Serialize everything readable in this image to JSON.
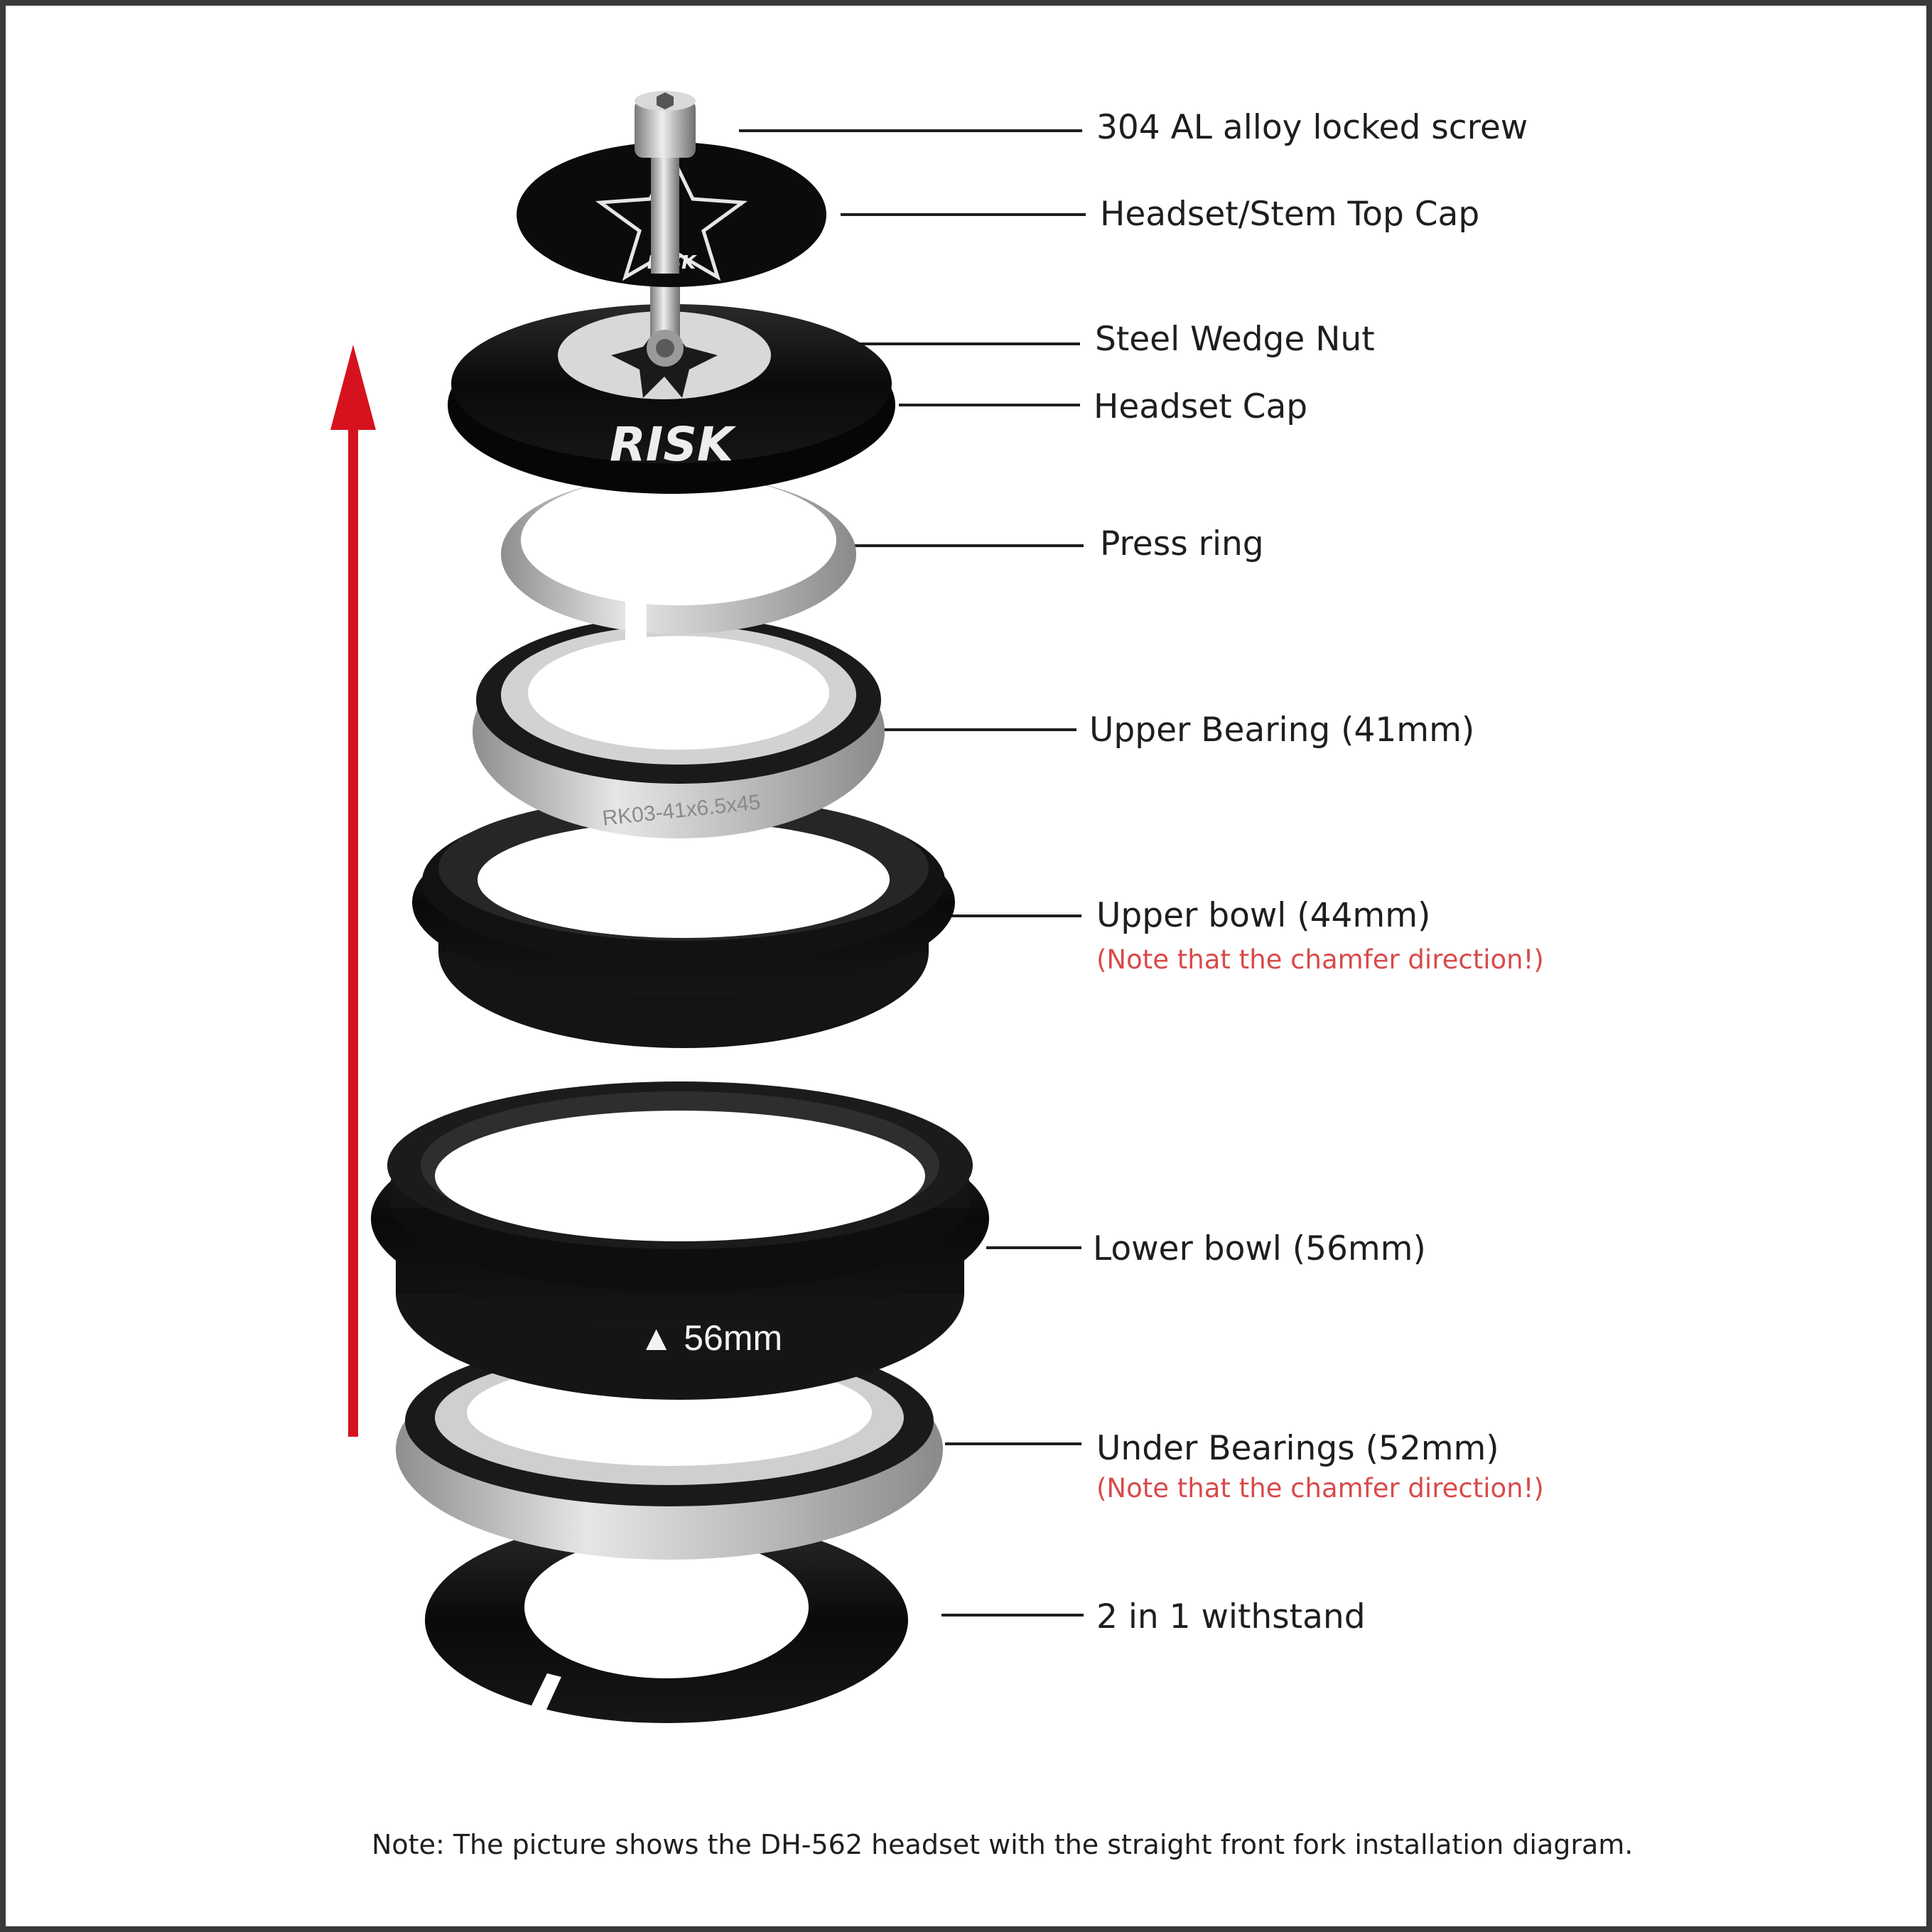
{
  "labels": {
    "screw": "304 AL alloy locked screw",
    "top_cap": "Headset/Stem Top Cap",
    "wedge_nut": "Steel Wedge Nut",
    "headset_cap": "Headset Cap",
    "press_ring": "Press ring",
    "upper_bearing": "Upper Bearing (41mm)",
    "upper_bowl": "Upper bowl (44mm)",
    "lower_bowl": "Lower bowl (56mm)",
    "under_bearings": "Under Bearings (52mm)",
    "withstand": "2 in 1 withstand"
  },
  "notes": {
    "chamfer_1": "(Note that the chamfer direction!)",
    "chamfer_2": "(Note that the chamfer direction!)"
  },
  "product_marks": {
    "brand": "RISK",
    "bearing_code": "RK03-41x6.5x45",
    "lower_bowl_size": "▲ 56mm"
  },
  "caption": "Note: The picture shows the DH-562 headset with the straight front fork installation diagram.",
  "colors": {
    "arrow": "#d6121f",
    "note": "#d94a4a",
    "part_black": "#0c0c0c",
    "metal": "#c8c8c8"
  }
}
